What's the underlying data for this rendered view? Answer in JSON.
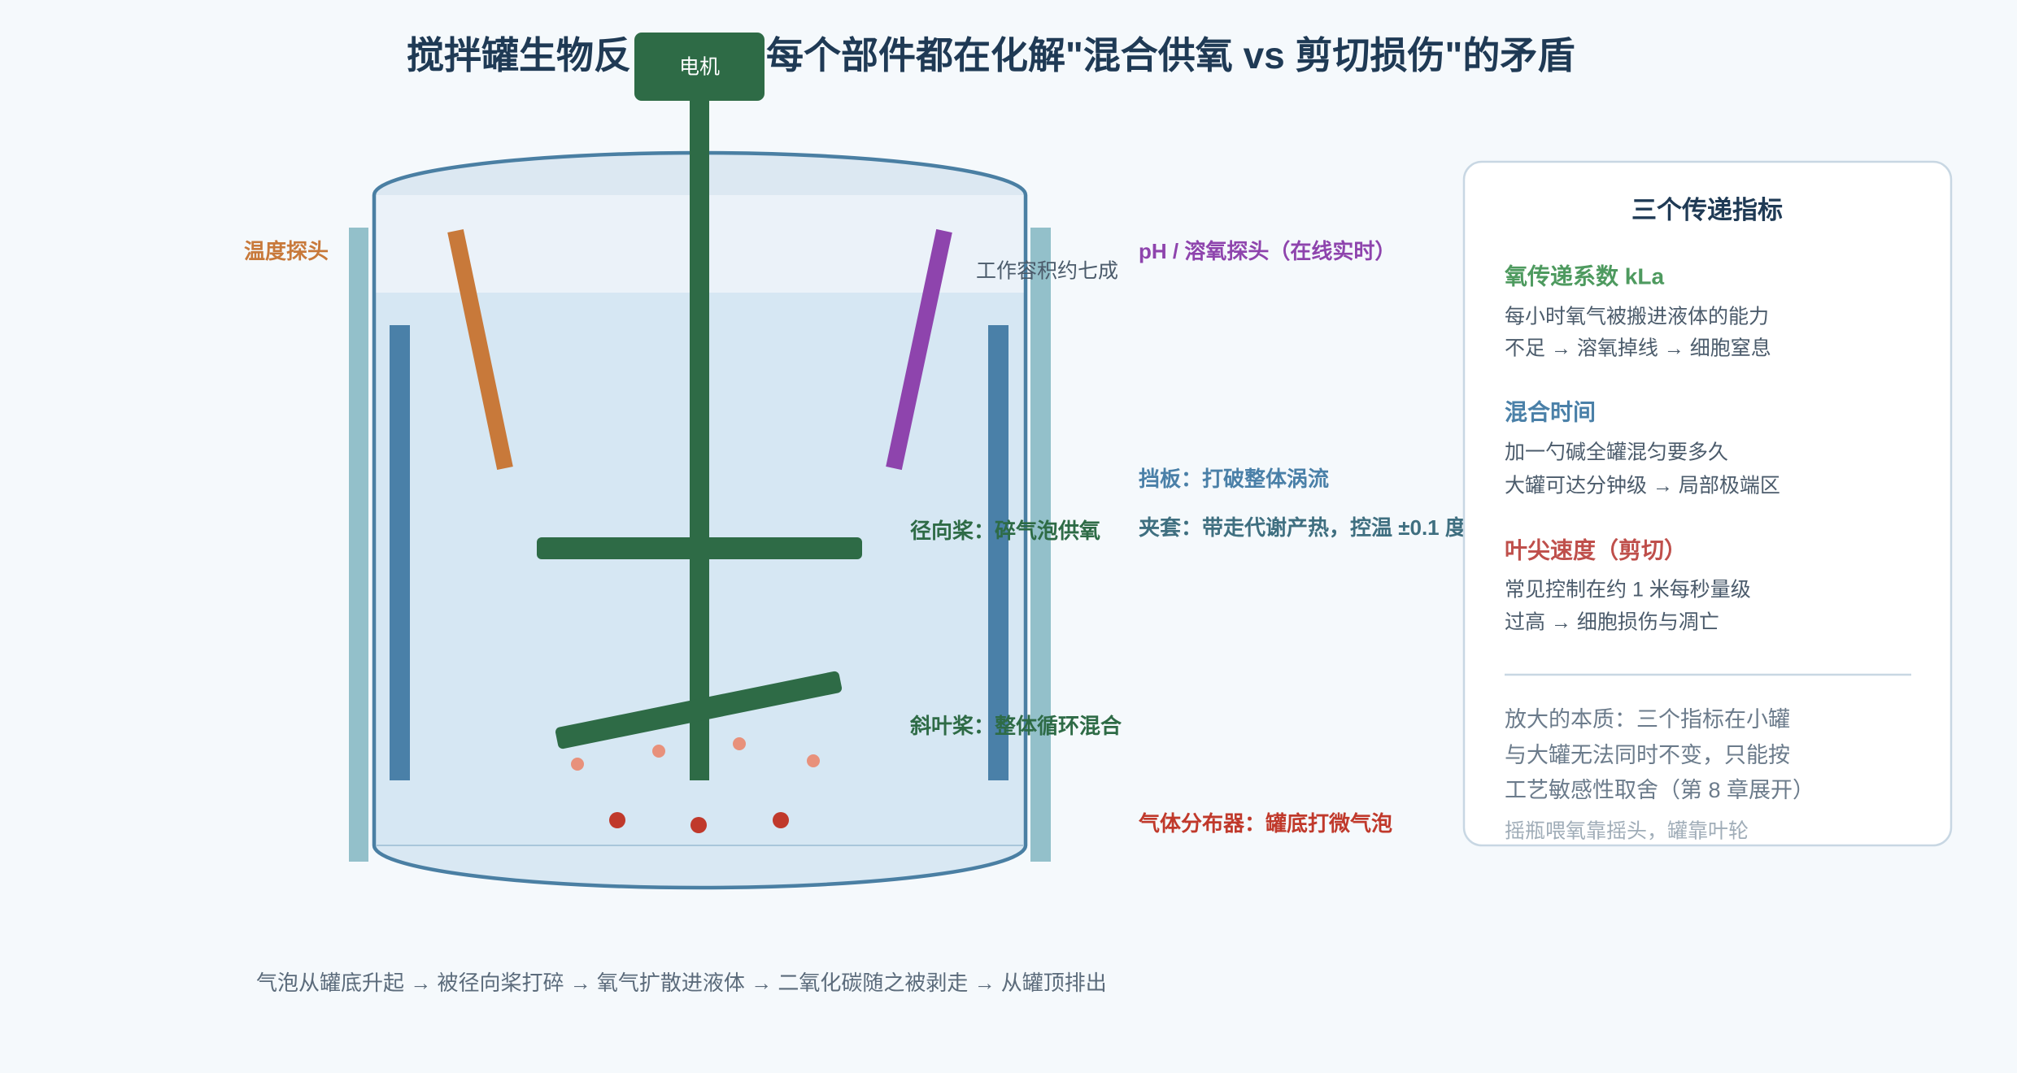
{
  "title": {
    "left": "搅拌罐生物反",
    "right": "每个部件都在化解\"混合供氧 vs 剪切损伤\"的矛盾"
  },
  "motor": {
    "label": "电机"
  },
  "labels": {
    "temperature_probe": "温度探头",
    "working_volume": "工作容积约七成",
    "ph_do_probe": "pH / 溶氧探头（在线实时）",
    "baffle": "挡板：打破整体涡流",
    "jacket": "夹套：带走代谢产热，控温 ±0.1 度",
    "radial_impeller": "径向桨：碎气泡供氧",
    "pitched_impeller": "斜叶桨：整体循环混合",
    "sparger": "气体分布器：罐底打微气泡"
  },
  "caption": "气泡从罐底升起 → 被径向桨打碎 → 氧气扩散进液体 → 二氧化碳随之被剥走 → 从罐顶排出",
  "panel": {
    "title": "三个传递指标",
    "metrics": [
      {
        "name": "氧传递系数 kLa",
        "lines": [
          "每小时氧气被搬进液体的能力",
          "不足 → 溶氧掉线 → 细胞窒息"
        ]
      },
      {
        "name": "混合时间",
        "lines": [
          "加一勺碱全罐混匀要多久",
          "大罐可达分钟级 → 局部极端区"
        ]
      },
      {
        "name": "叶尖速度（剪切）",
        "lines": [
          "常见控制在约 1 米每秒量级",
          "过高 → 细胞损伤与凋亡"
        ]
      }
    ],
    "summary": [
      "放大的本质：三个指标在小罐",
      "与大罐无法同时不变，只能按",
      "工艺敏感性取舍（第 8 章展开）"
    ],
    "footnote": "摇瓶喂氧靠摇头，罐靠叶轮"
  },
  "colors": {
    "background": "#f5f9fc",
    "title": "#1f3a55",
    "motor": "#2e6b46",
    "impeller": "#2e6b46",
    "tank_outline": "#4a7fa3",
    "liquid": "#d6e7f3",
    "headspace": "#ebf2f9",
    "jacket": "#93c0ca",
    "baffle": "#4a80a8",
    "temperature_probe": "#c8793a",
    "ph_do_probe": "#8e44ad",
    "jacket_label": "#3f6f80",
    "sparger": "#c0392b",
    "bubble": "#e8917b",
    "body_text": "#4b5b6b",
    "kla": "#4e9a5f",
    "mixing_time": "#4a80a8",
    "tip_speed": "#bf4f4b",
    "panel_border": "#c8d7e3"
  }
}
